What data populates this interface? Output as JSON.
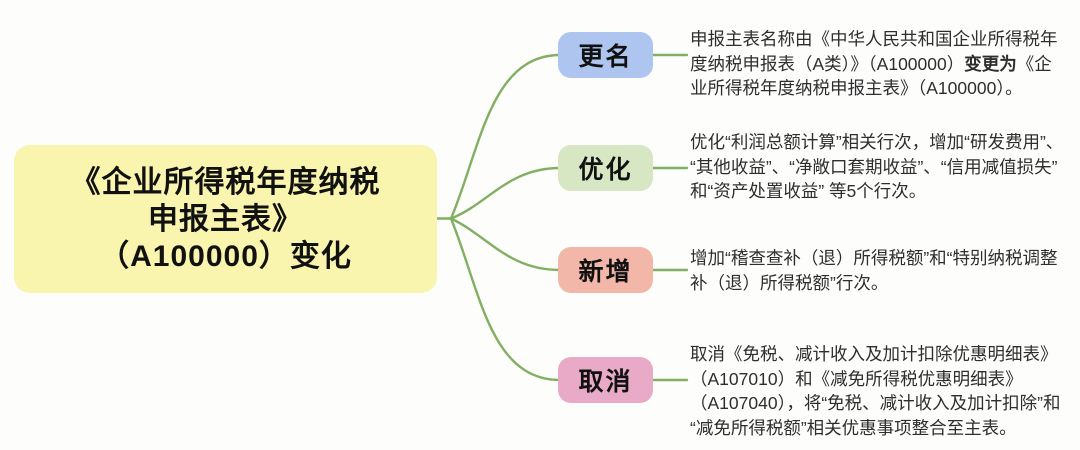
{
  "canvas": {
    "background": "#fdfdfc",
    "line_color": "#82af61",
    "text_color": "#2e2e2e"
  },
  "root": {
    "bg": "#f9f4ae",
    "lines": [
      "《企业所得税年度纳税",
      "申报主表》",
      "（A100000）变化"
    ]
  },
  "branches": [
    {
      "label": "更名",
      "bg": "#adc5ef",
      "desc_line1": "申报主表名称由《中华人民共和国企业所得税年",
      "desc_line2_pre": "度纳税申报表（A类）》（A100000）",
      "desc_line2_bold": "变更为",
      "desc_line2_post": "《企",
      "desc_line3": "业所得税年度纳税申报主表》（A100000）。"
    },
    {
      "label": "优化",
      "bg": "#d7e7c3",
      "desc_lines": [
        "优化“利润总额计算”相关行次，增加“研发费用”、",
        "“其他收益”、“净敞口套期收益”、“信用减值损失”",
        "和“资产处置收益” 等5个行次。"
      ]
    },
    {
      "label": "新增",
      "bg": "#f2b7a8",
      "desc_lines": [
        "增加“稽查查补（退）所得税额”和“特别纳税调整",
        "补（退）所得税额”行次。"
      ]
    },
    {
      "label": "取消",
      "bg": "#e8aac7",
      "desc_lines": [
        "取消《免税、减计收入及加计扣除优惠明细表》",
        "（A107010）和《减免所得税优惠明细表》",
        "（A107040），将“免税、减计收入及加计扣除”和",
        "“减免所得税额”相关优惠事项整合至主表。"
      ]
    }
  ]
}
